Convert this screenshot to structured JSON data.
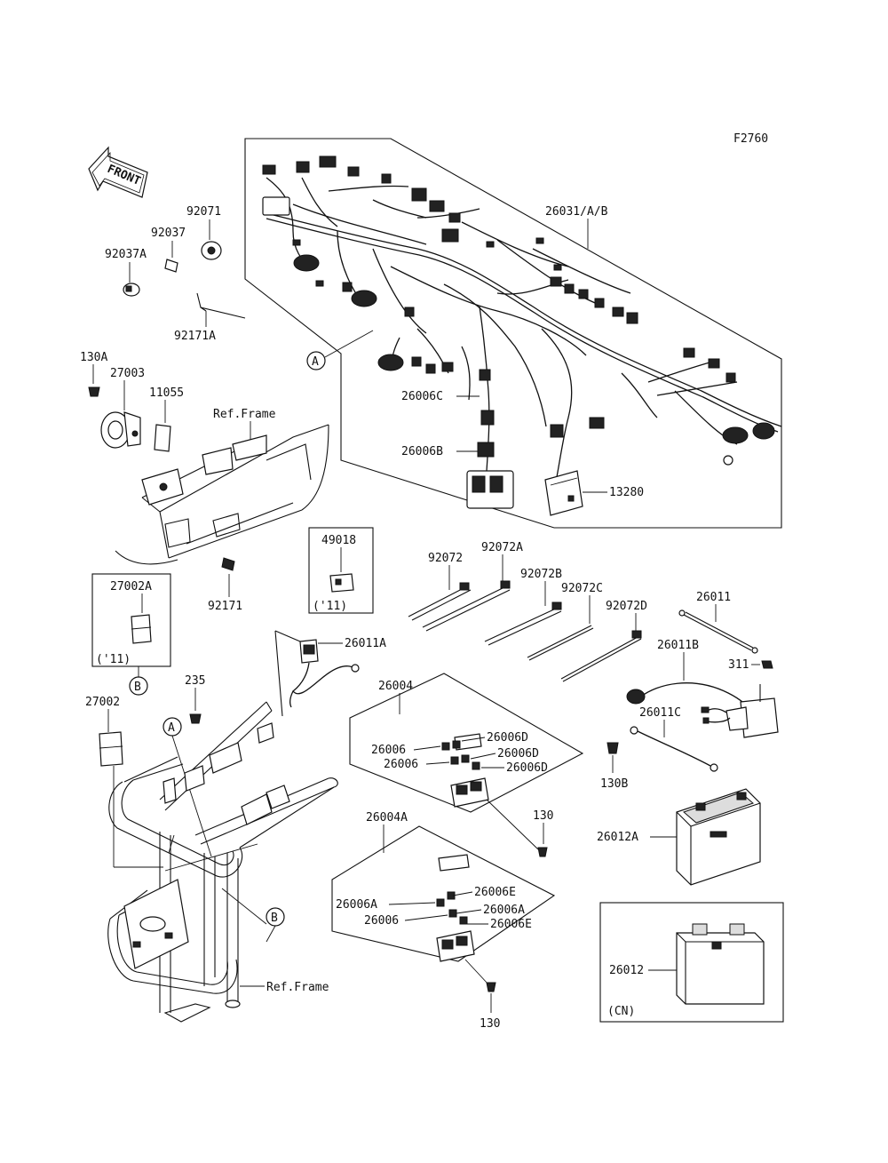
{
  "figure_code": "F2760",
  "front_arrow": "FRONT",
  "ref_labels": [
    "Ref.Frame",
    "Ref.Frame"
  ],
  "callouts": {
    "a": "A",
    "b": "B"
  },
  "box_notes": {
    "n49018": "('11)",
    "n27002a": "('11)",
    "n26012": "(CN)"
  },
  "parts": {
    "p26031": "26031/A/B",
    "p92071": "92071",
    "p92037": "92037",
    "p92037a": "92037A",
    "p92171a": "92171A",
    "p130a": "130A",
    "p27003": "27003",
    "p11055": "11055",
    "p26006c": "26006C",
    "p26006b": "26006B",
    "p13280": "13280",
    "p49018": "49018",
    "p92171": "92171",
    "p27002a": "27002A",
    "p92072": "92072",
    "p92072a": "92072A",
    "p92072b": "92072B",
    "p92072c": "92072C",
    "p92072d": "92072D",
    "p26011": "26011",
    "p26011a": "26011A",
    "p26004": "26004",
    "p26011b": "26011B",
    "p311": "311",
    "p235": "235",
    "p27002": "27002",
    "p26006_1": "26006",
    "p26006d_1": "26006D",
    "p26006d_2": "26006D",
    "p26006_2": "26006",
    "p26006d_3": "26006D",
    "p26011c": "26011C",
    "p130b": "130B",
    "p130_1": "130",
    "p26012a": "26012A",
    "p26004a": "26004A",
    "p26006e_1": "26006E",
    "p26006a_1": "26006A",
    "p26006a_2": "26006A",
    "p26006_3": "26006",
    "p26006e_2": "26006E",
    "p26012": "26012",
    "p130_2": "130"
  }
}
